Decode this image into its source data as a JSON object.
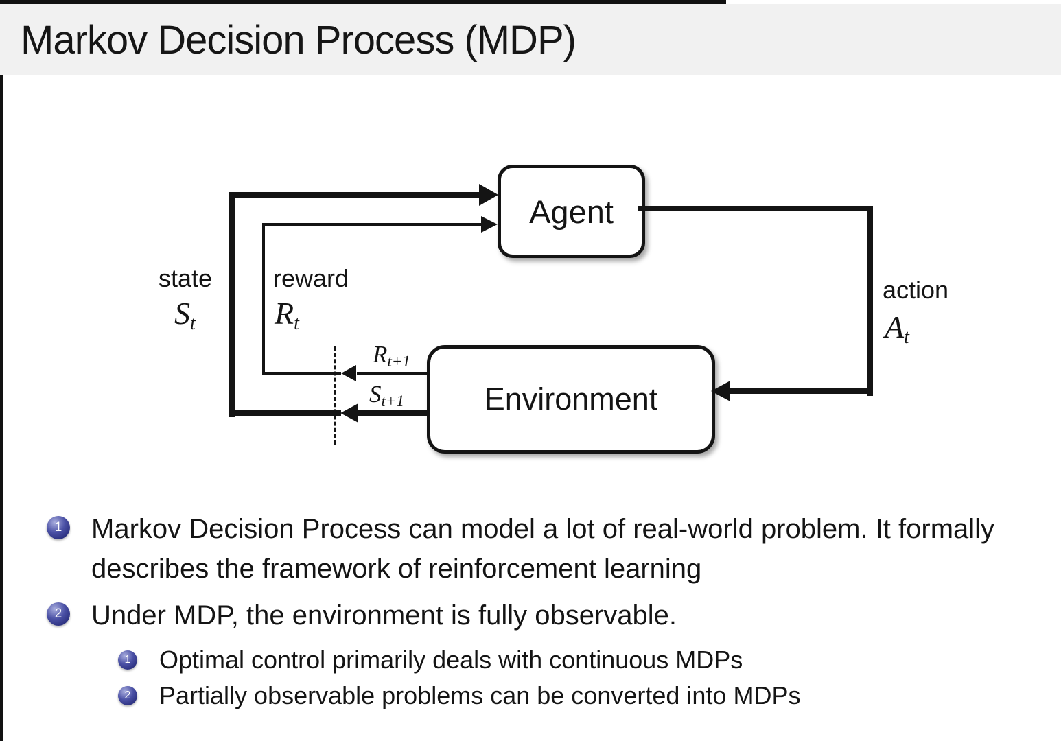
{
  "title": "Markov Decision Process (MDP)",
  "diagram": {
    "agent": "Agent",
    "environment": "Environment",
    "state": {
      "label": "state",
      "symbol": "S",
      "sub": "t"
    },
    "reward": {
      "label": "reward",
      "symbol": "R",
      "sub": "t"
    },
    "action": {
      "label": "action",
      "symbol": "A",
      "sub": "t"
    },
    "next_reward": {
      "symbol": "R",
      "sub": "t+1"
    },
    "next_state": {
      "symbol": "S",
      "sub": "t+1"
    }
  },
  "bullets": [
    {
      "marker": "1",
      "text": "Markov Decision Process can model a lot of real-world problem. It formally describes the framework of reinforcement learning"
    },
    {
      "marker": "2",
      "text": "Under MDP, the environment is fully observable."
    }
  ],
  "sub_bullets": [
    {
      "marker": "1",
      "text": "Optimal control primarily deals with continuous MDPs"
    },
    {
      "marker": "2",
      "text": "Partially observable problems can be converted into MDPs"
    }
  ],
  "colors": {
    "header_bg": "#f1f1f1",
    "ink": "#141414",
    "bullet_ball_dark": "#181c66",
    "bullet_ball_light": "#a9aede"
  }
}
